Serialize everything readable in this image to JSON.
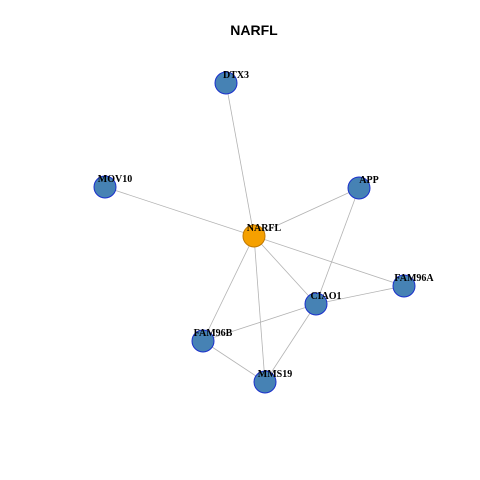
{
  "title": "NARFL",
  "colors": {
    "center_fill": "#f5a000",
    "center_stroke": "#c07800",
    "node_fill": "#4682b4",
    "node_stroke": "#1a2fcc",
    "edge": "#b3b3b3"
  },
  "nodes": [
    {
      "id": "NARFL",
      "label": "NARFL",
      "center": true
    },
    {
      "id": "DTX3",
      "label": "DTX3"
    },
    {
      "id": "MOV10",
      "label": "MOV10"
    },
    {
      "id": "APP",
      "label": "APP"
    },
    {
      "id": "FAM96A",
      "label": "FAM96A"
    },
    {
      "id": "CIAO1",
      "label": "CIAO1"
    },
    {
      "id": "FAM96B",
      "label": "FAM96B"
    },
    {
      "id": "MMS19",
      "label": "MMS19"
    }
  ],
  "edges": [
    [
      "NARFL",
      "DTX3"
    ],
    [
      "NARFL",
      "MOV10"
    ],
    [
      "NARFL",
      "APP"
    ],
    [
      "NARFL",
      "FAM96A"
    ],
    [
      "NARFL",
      "CIAO1"
    ],
    [
      "NARFL",
      "FAM96B"
    ],
    [
      "NARFL",
      "MMS19"
    ],
    [
      "APP",
      "CIAO1"
    ],
    [
      "CIAO1",
      "FAM96A"
    ],
    [
      "CIAO1",
      "FAM96B"
    ],
    [
      "CIAO1",
      "MMS19"
    ],
    [
      "FAM96B",
      "MMS19"
    ]
  ]
}
